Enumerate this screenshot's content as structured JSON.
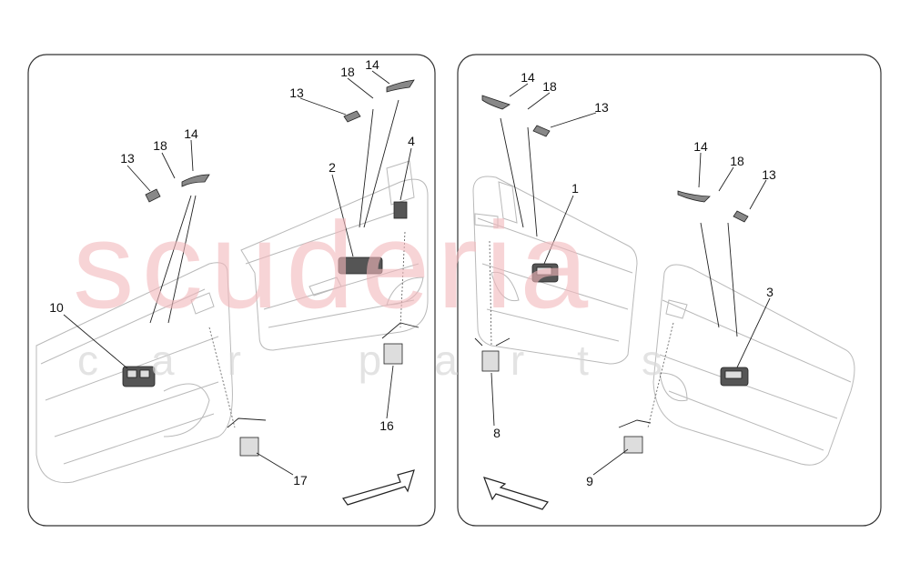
{
  "watermark": {
    "line1": "scuderia",
    "line2": "car parts",
    "color": "#f3b8bc"
  },
  "left_panel": {
    "callouts": [
      "14",
      "18",
      "13",
      "13",
      "18",
      "14",
      "2",
      "4",
      "10",
      "16",
      "17"
    ]
  },
  "right_panel": {
    "callouts": [
      "14",
      "18",
      "13",
      "1",
      "14",
      "18",
      "13",
      "3",
      "8",
      "9"
    ]
  }
}
